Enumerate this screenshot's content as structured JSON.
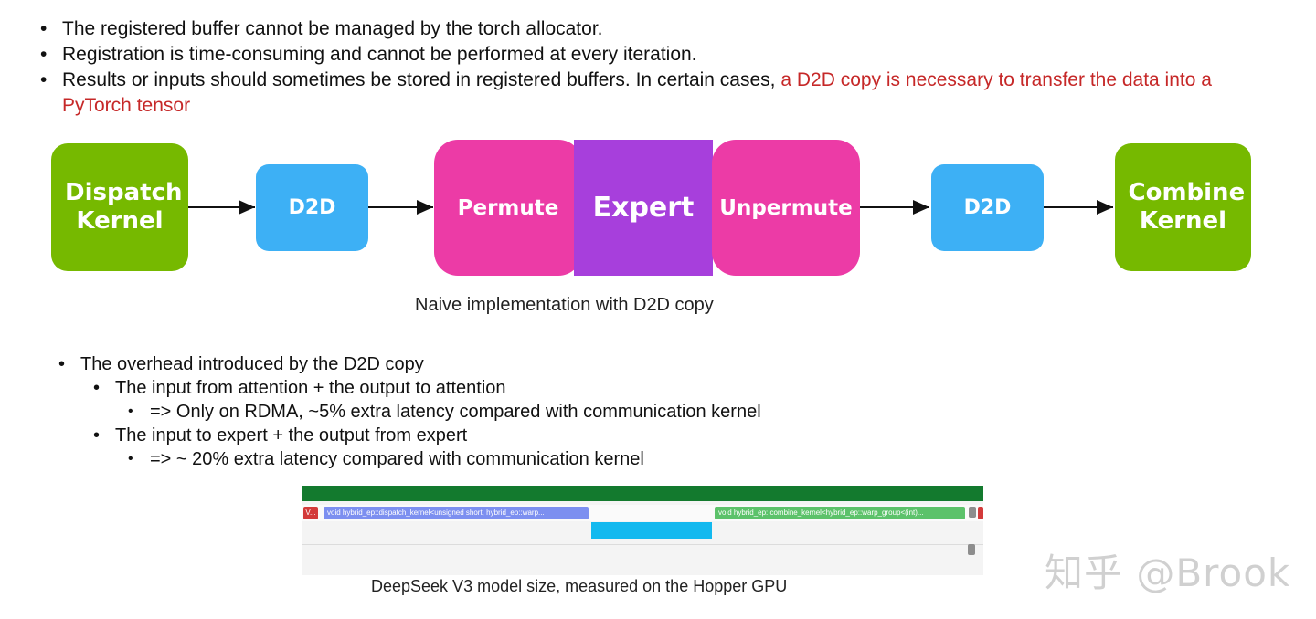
{
  "top_bullets": [
    {
      "text": "The registered buffer cannot be managed by the torch allocator.",
      "highlight": ""
    },
    {
      "text": "Registration is time-consuming and cannot be performed at every iteration.",
      "highlight": ""
    },
    {
      "text": "Results or inputs should sometimes be stored in registered buffers. In certain cases, ",
      "highlight": "a D2D copy is necessary to transfer the data into a PyTorch tensor"
    }
  ],
  "diagram": {
    "dispatch": "Dispatch Kernel",
    "d2d_left": "D2D",
    "permute": "Permute",
    "expert": "Expert",
    "unpermute": "Unpermute",
    "d2d_right": "D2D",
    "combine": "Combine Kernel",
    "caption": "Naive implementation with D2D copy"
  },
  "overhead": {
    "title": "The overhead introduced by the D2D copy",
    "item1": "The input from attention  + the output to attention",
    "item1_sub": "=>  Only on RDMA, ~5% extra latency compared with  communication kernel",
    "item2": "The input to expert + the output from expert",
    "item2_sub": "=>  ~ 20% extra latency compared with communication kernel"
  },
  "profiler": {
    "red_label": "V...",
    "dispatch_kernel": "void hybrid_ep::dispatch_kernel<unsigned short, hybrid_ep::warp...",
    "combine_kernel": "void hybrid_ep::combine_kernel<hybrid_ep::warp_group<(int)...",
    "caption": "DeepSeek V3 model size, measured on the Hopper GPU"
  },
  "watermark": "知乎 @Brook",
  "colors": {
    "green": "#76b900",
    "blue": "#3db0f5",
    "pink": "#ec3ba6",
    "purple": "#a73fdc",
    "highlight": "#c62828"
  }
}
